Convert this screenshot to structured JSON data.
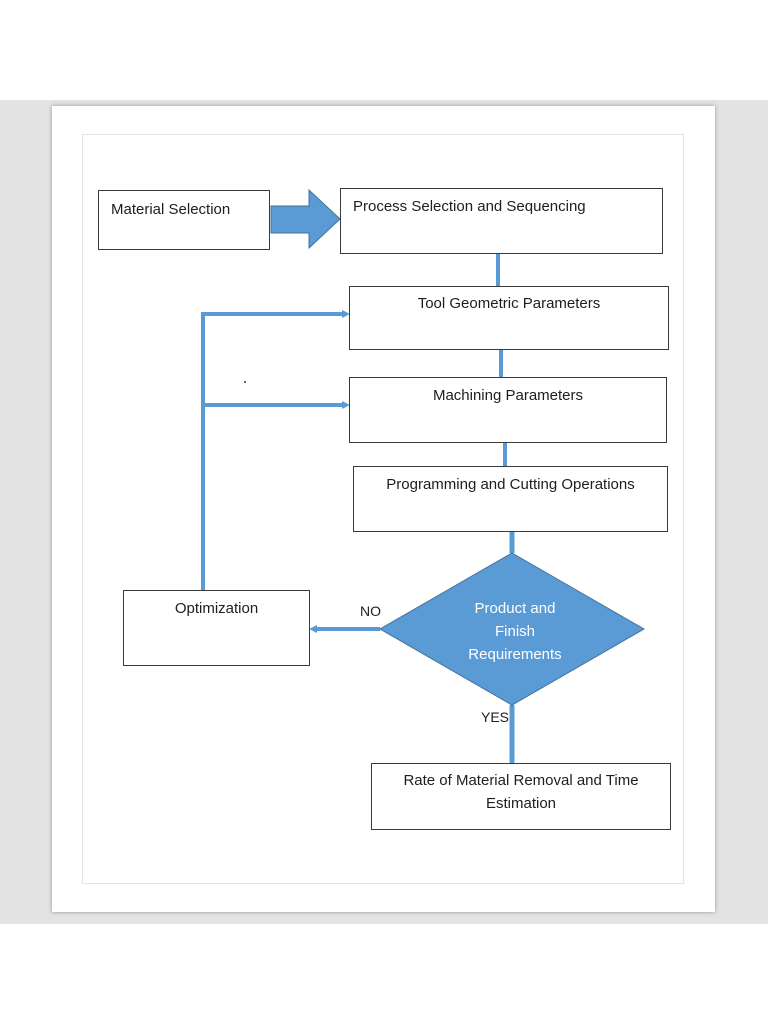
{
  "colors": {
    "accent": "#5b9bd5",
    "accent_stroke": "#41719c",
    "border": "#3a3a3a"
  },
  "nodes": {
    "material_selection": "Material Selection",
    "process_selection": "Process Selection and Sequencing",
    "tool_geometric": "Tool Geometric Parameters",
    "machining": "Machining Parameters",
    "programming": "Programming and Cutting Operations",
    "optimization": "Optimization",
    "decision": [
      "Product and",
      "Finish",
      "Requirements"
    ],
    "rate_removal": [
      "Rate of Material Removal and Time",
      "Estimation"
    ]
  },
  "edge_labels": {
    "no": "NO",
    "yes": "YES"
  }
}
